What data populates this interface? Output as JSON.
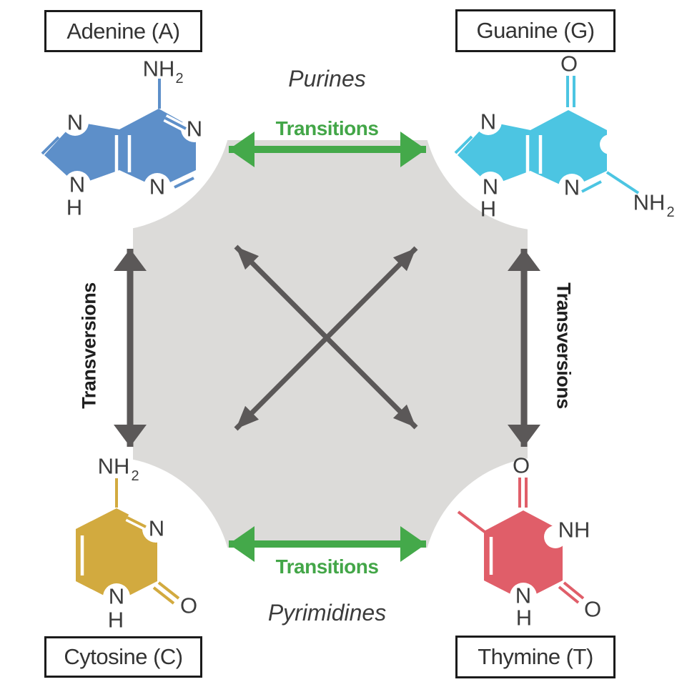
{
  "colors": {
    "adenine_blue": "#5d8fc9",
    "guanine_cyan": "#4cc5e2",
    "cytosine_gold": "#d2aa3f",
    "thymine_red": "#e05e69",
    "transition_green": "#44a94a",
    "arrow_dark_gray": "#5b5858",
    "center_shape_gray": "#dcdbd9",
    "text_dark": "#3d3d3d"
  },
  "labels": {
    "purines": "Purines",
    "pyrimidines": "Pyrimidines",
    "transitions_top": "Transitions",
    "transitions_bottom": "Transitions",
    "transversions_left": "Transversions",
    "transversions_right": "Transversions"
  },
  "molecules": {
    "adenine": {
      "name": "Adenine (A)",
      "atoms": {
        "amine": "NH",
        "amine_sub": "2",
        "n1": "N",
        "n3": "N",
        "n7": "N",
        "n9": "N",
        "h9": "H"
      }
    },
    "guanine": {
      "name": "Guanine (G)",
      "atoms": {
        "o6": "O",
        "n7": "N",
        "n9": "N",
        "h9": "H",
        "n3": "N",
        "amine": "NH",
        "amine_sub": "2"
      }
    },
    "cytosine": {
      "name": "Cytosine (C)",
      "atoms": {
        "amine": "NH",
        "amine_sub": "2",
        "n3": "N",
        "n1": "N",
        "h1": "H",
        "o2": "O"
      }
    },
    "thymine": {
      "name": "Thymine (T)",
      "atoms": {
        "o4": "O",
        "n3h": "NH",
        "n1": "N",
        "h1": "H",
        "o2": "O"
      }
    }
  }
}
